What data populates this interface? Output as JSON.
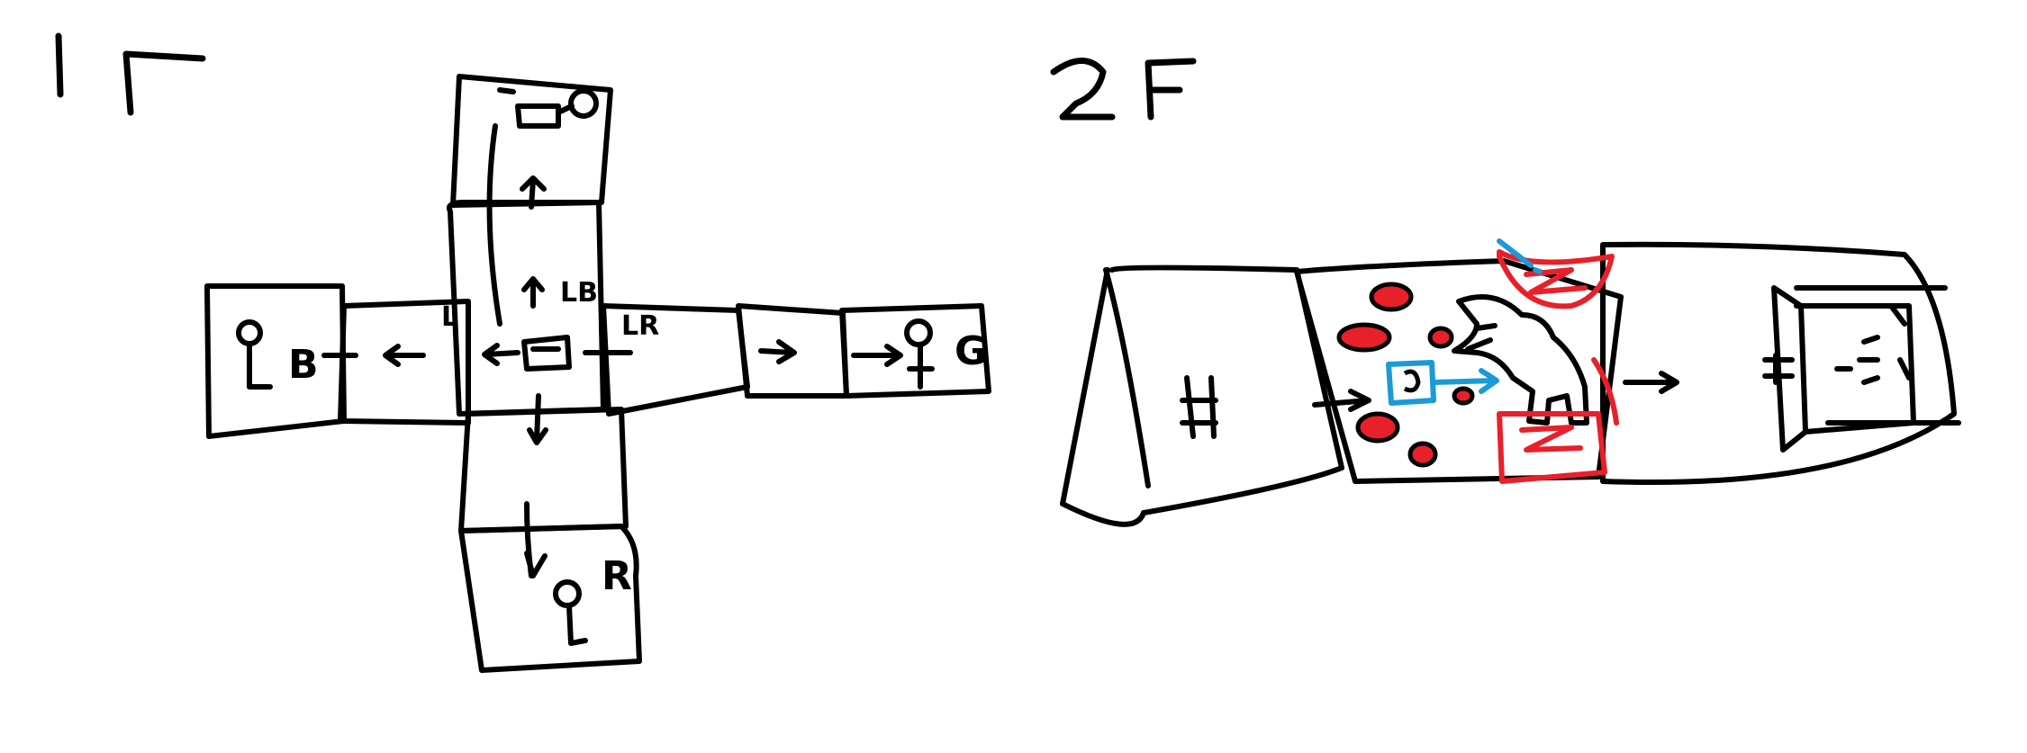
{
  "colors": {
    "ink": "#000000",
    "fire": "#e8202a",
    "water": "#1a9ad6",
    "background": "#ffffff"
  },
  "floors": [
    {
      "label": "1F",
      "room_labels": {
        "center_up": "LB",
        "center_left": "L",
        "center_right": "LR",
        "west_end": "B",
        "east_end": "G",
        "south_end": "R"
      }
    },
    {
      "label": "2F",
      "room_labels": {
        "west_room": "H",
        "east_room": "H"
      }
    }
  ],
  "icons": [
    "key-icon",
    "chest-icon",
    "fire-trap-icon",
    "water-switch-icon",
    "wolf-icon"
  ]
}
